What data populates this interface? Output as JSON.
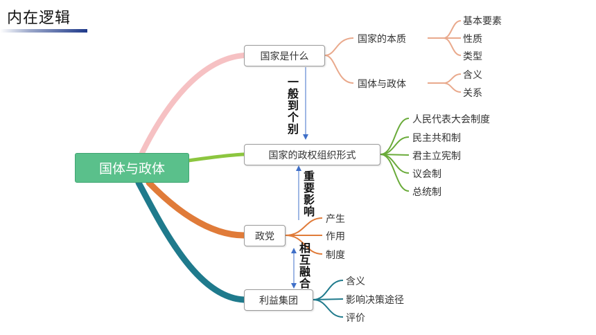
{
  "title": "内在逻辑",
  "root": "国体与政体",
  "branches": {
    "what_is_state": {
      "label": "国家是什么",
      "groups": [
        {
          "label": "国家的本质",
          "items": [
            "基本要素",
            "性质",
            "类型"
          ]
        },
        {
          "label": "国体与政体",
          "items": [
            "含义",
            "关系"
          ]
        }
      ]
    },
    "organization": {
      "label": "国家的政权组织形式",
      "items": [
        "人民代表大会制度",
        "民主共和制",
        "君主立宪制",
        "议会制",
        "总统制"
      ]
    },
    "party": {
      "label": "政党",
      "items": [
        "产生",
        "作用",
        "制度"
      ]
    },
    "interest_group": {
      "label": "利益集团",
      "items": [
        "含义",
        "影响决策途径",
        "评价"
      ]
    }
  },
  "relations": {
    "general_to_specific": "一般到个别",
    "important_influence": "重要影响",
    "mutual_fusion": "相互融合"
  },
  "colors": {
    "root_fill": "#5ac08b",
    "branch_state": "#f6c1c3",
    "branch_organization": "#8cc63f",
    "branch_party": "#e07b39",
    "branch_interest": "#1f7a8c",
    "sub_state": "#e9a98c",
    "sub_organization": "#6aab3a",
    "sub_party": "#e07b39",
    "sub_interest": "#1f7a8c",
    "arrow": "#3f6fc8"
  }
}
